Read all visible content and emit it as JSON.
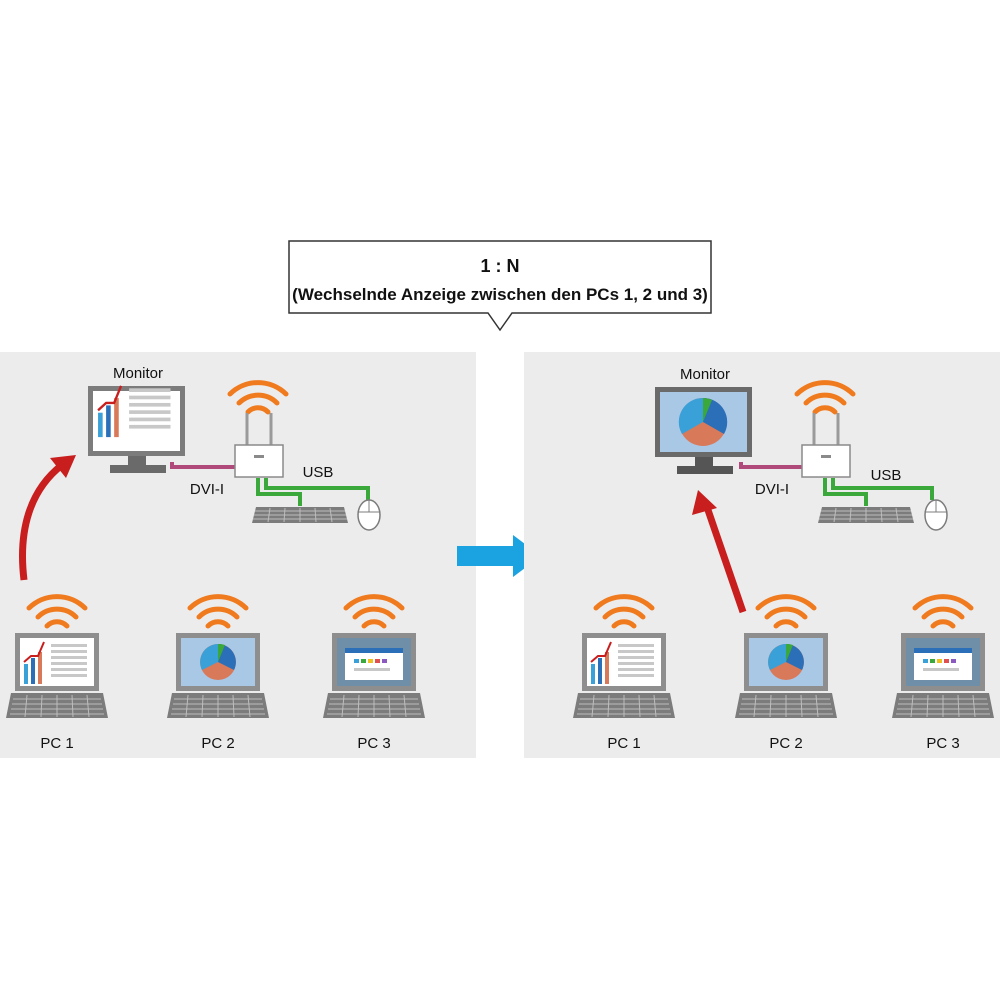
{
  "callout": {
    "line1": "1 : N",
    "line2": "(Wechselnde Anzeige zwischen den PCs 1, 2 und 3)"
  },
  "left_panel": {
    "monitor_label": "Monitor",
    "dvi_label": "DVI-I",
    "usb_label": "USB",
    "pc1_label": "PC 1",
    "pc2_label": "PC 2",
    "pc3_label": "PC 3",
    "monitor_shows": "PC 1"
  },
  "right_panel": {
    "monitor_label": "Monitor",
    "dvi_label": "DVI-I",
    "usb_label": "USB",
    "pc1_label": "PC 1",
    "pc2_label": "PC 2",
    "pc3_label": "PC 3",
    "monitor_shows": "PC 2"
  },
  "colors": {
    "panel_bg": "#ececec",
    "wifi": "#f07a1e",
    "red_arrow": "#c81e1e",
    "transition_arrow": "#1aa3e0",
    "dvi_cable": "#b04a7a",
    "usb_cable": "#3aa83a",
    "device_gray": "#8a8a8a"
  }
}
